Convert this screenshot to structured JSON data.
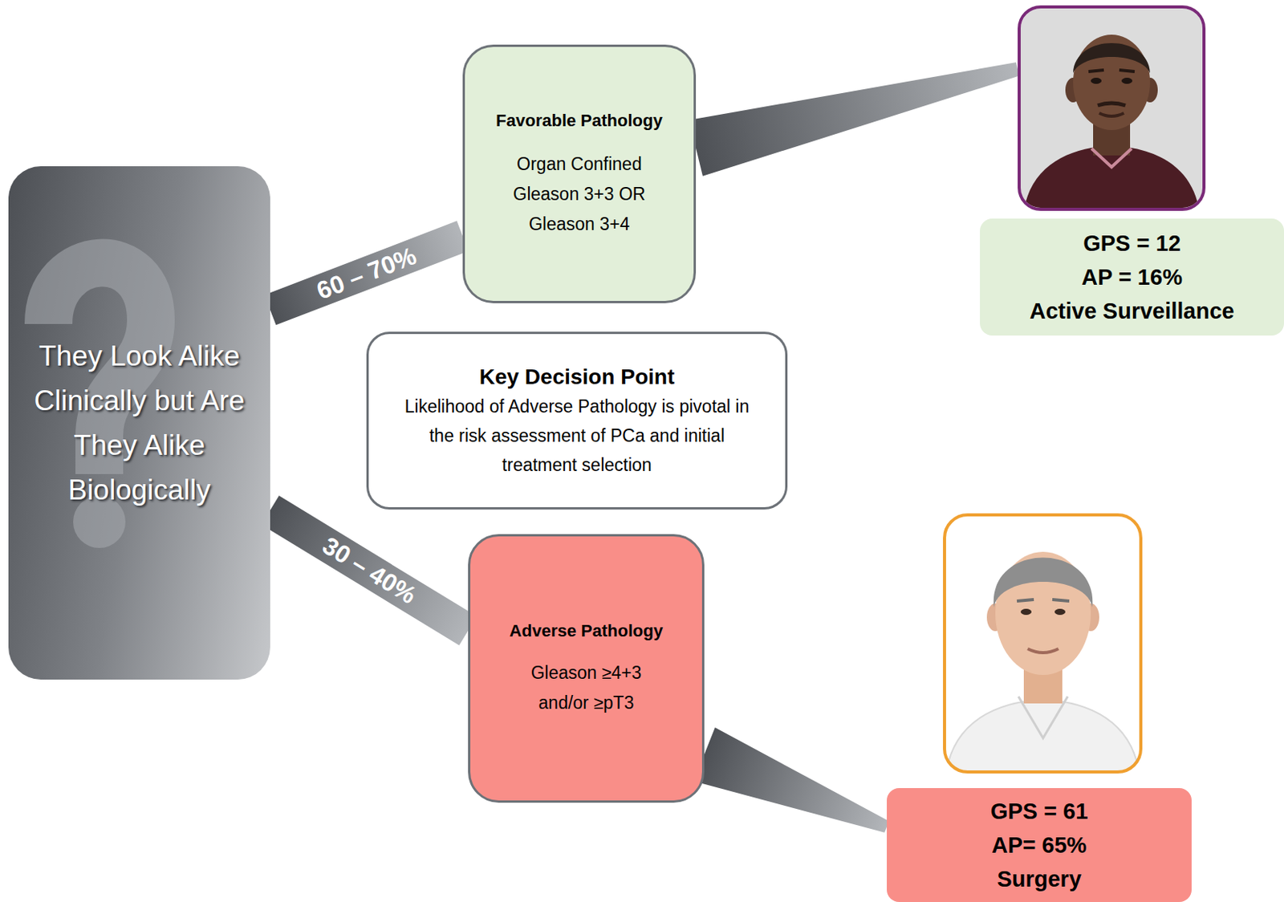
{
  "diagram": {
    "nodes": [
      {
        "text": [
          "They Look Alike Clinically but Are They Alike Biologically"
        ]
      },
      {
        "text": [
          "Favorable Pathology",
          "Organ Confined Gleason 3+3 OR Gleason 3+4"
        ]
      },
      {
        "text": [
          "Key Decision Point",
          "Likelihood of Adverse Pathology is pivotal in the risk assessment of PCa and initial treatment selection"
        ]
      },
      {
        "text": [
          "Adverse Pathology",
          "Gleason ≥4+3 and/or ≥pT3"
        ]
      },
      {
        "text": [
          "GPS = 12",
          "AP = 16%",
          "Active Surveillance"
        ]
      },
      {
        "text": [
          "GPS = 61",
          "AP= 65%",
          "Surgery"
        ]
      }
    ],
    "edges": [
      {
        "from": 0,
        "to": 1,
        "label": "60 – 70%",
        "arrow": "none"
      },
      {
        "from": 0,
        "to": 3,
        "label": "30 – 40%",
        "arrow": "none"
      },
      {
        "from": 1,
        "to": 4,
        "arrow": "none"
      },
      {
        "from": 3,
        "to": 5,
        "arrow": "none"
      }
    ]
  }
}
